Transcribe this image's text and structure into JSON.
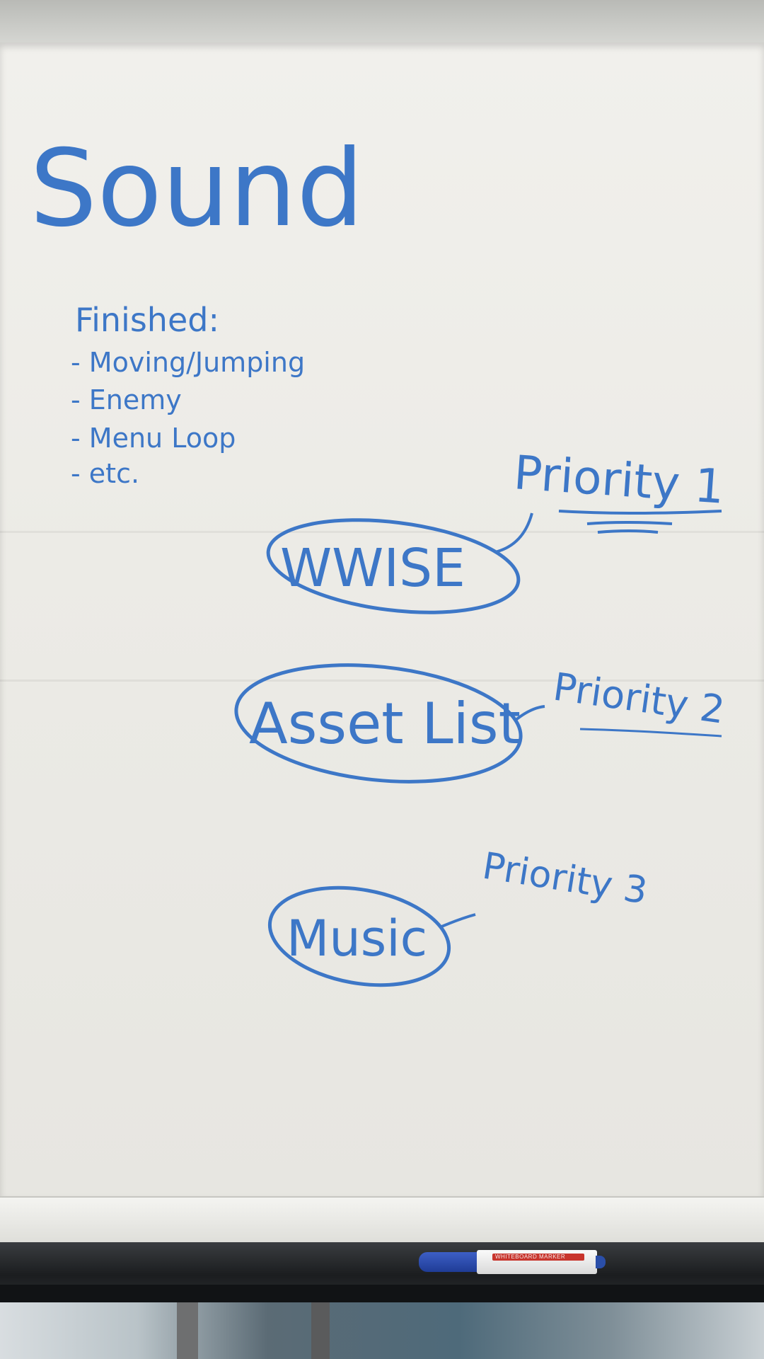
{
  "flipchart": {
    "title": "Sound",
    "finished_label": "Finished:",
    "finished_items": [
      "- Moving/Jumping",
      "- Enemy",
      "- Menu Loop",
      "- etc."
    ],
    "items": [
      {
        "label": "WWISE",
        "priority": "Priority 1"
      },
      {
        "label": "Asset List",
        "priority": "Priority 2"
      },
      {
        "label": "Music",
        "priority": "Priority 3"
      }
    ]
  },
  "marker": {
    "label": "WHITEBOARD MARKER"
  },
  "colors": {
    "ink": "#3d77c7",
    "paper": "#efeee9",
    "marker_cap": "#2a4ea8"
  }
}
